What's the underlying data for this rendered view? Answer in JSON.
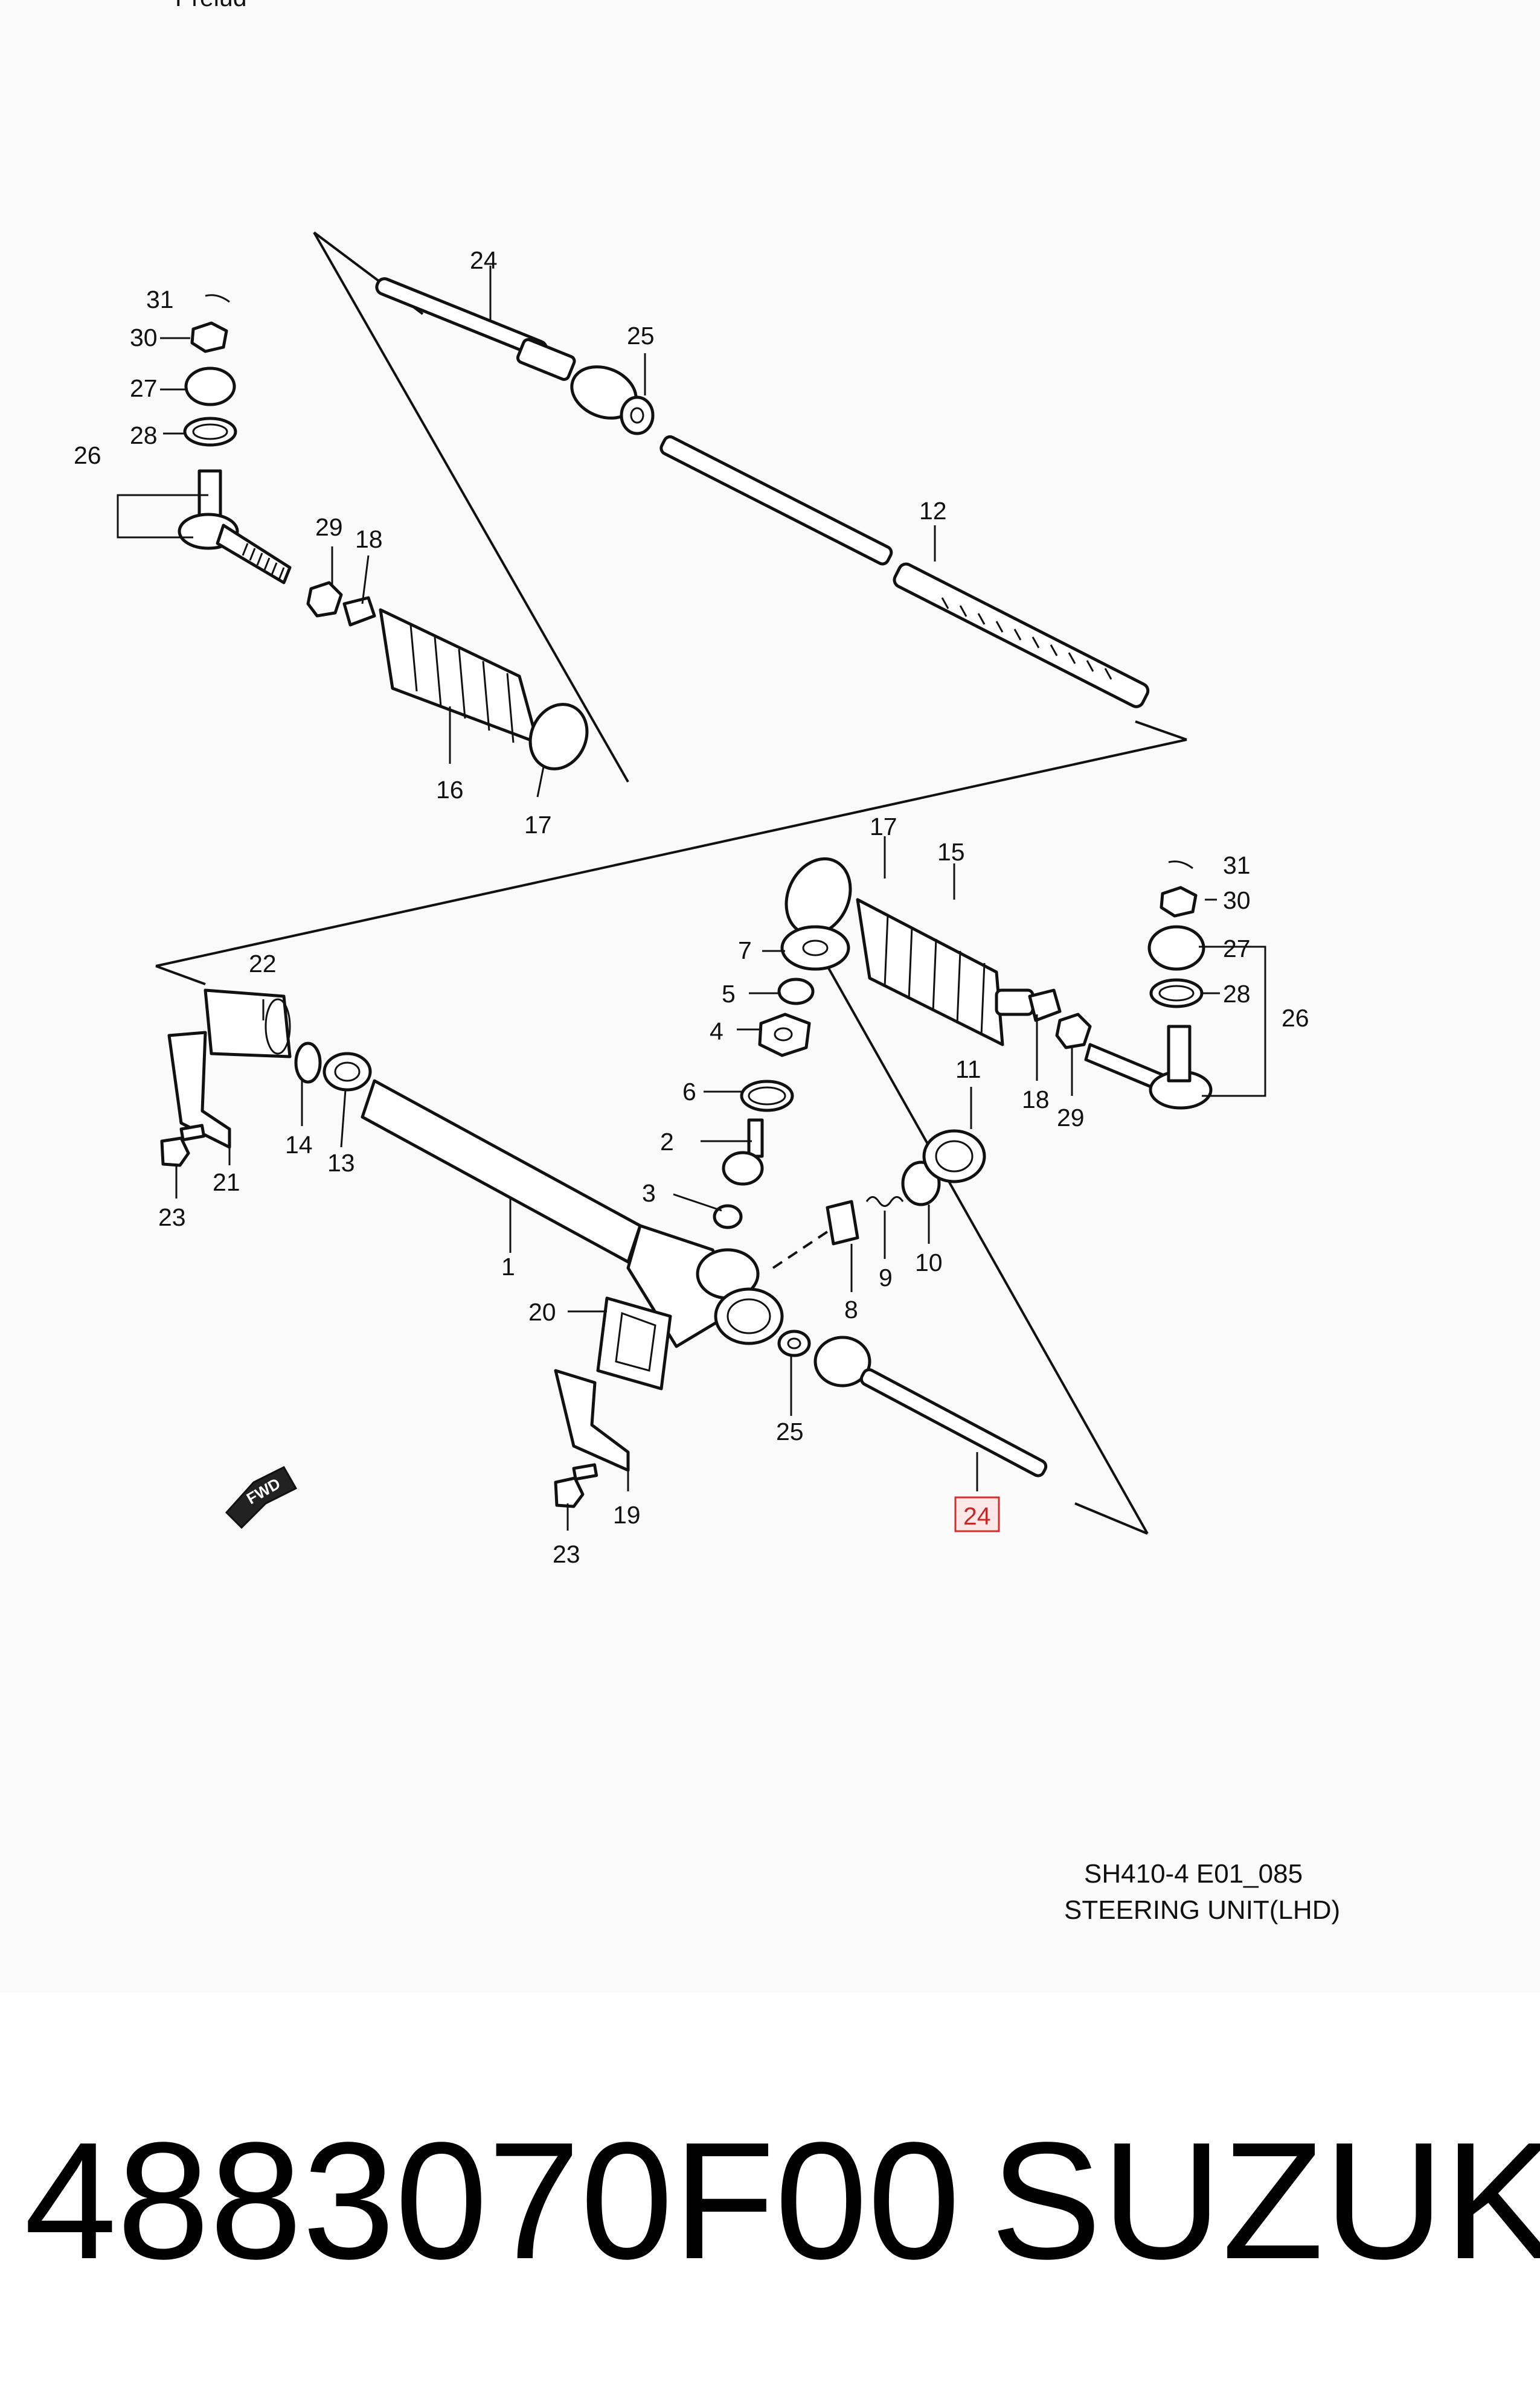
{
  "diagram": {
    "top_partial_text": "Prelud",
    "code": "SH410-4 E01_085",
    "title": "STEERING UNIT(LHD)",
    "fwd_label": "FWD",
    "callouts": {
      "c24_top": "24",
      "c25_top": "25",
      "c31_left": "31",
      "c30_left": "30",
      "c27_left": "27",
      "c28_left": "28",
      "c26_left": "26",
      "c29_left": "29",
      "c18_left": "18",
      "c16": "16",
      "c17_left": "17",
      "c12": "12",
      "c17_right": "17",
      "c15": "15",
      "c31_right": "31",
      "c30_right": "30",
      "c27_right": "27",
      "c28_right": "28",
      "c26_right": "26",
      "c7": "7",
      "c5": "5",
      "c4": "4",
      "c6": "6",
      "c2": "2",
      "c3": "3",
      "c22": "22",
      "c14": "14",
      "c13": "13",
      "c21": "21",
      "c23_left": "23",
      "c1": "1",
      "c20": "20",
      "c19": "19",
      "c23_bottom": "23",
      "c25_mid": "25",
      "c8": "8",
      "c9": "9",
      "c10": "10",
      "c11": "11",
      "c18_right": "18",
      "c29_right": "29",
      "c24_highlight": "24"
    }
  },
  "footer": {
    "part_number": "4883070F00",
    "brand": "SUZUKI"
  },
  "colors": {
    "highlight_stroke": "#d32f2f",
    "highlight_fill": "#fde7e7",
    "ink": "#111111",
    "background": "#fafafa"
  }
}
